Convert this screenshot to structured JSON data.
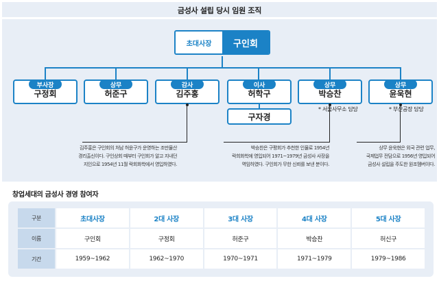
{
  "org": {
    "title": "금성사 설립 당시 임원 조직",
    "ceo": {
      "role": "초대사장",
      "name": "구인회"
    },
    "officers": [
      {
        "role": "부사장",
        "name": "구정회"
      },
      {
        "role": "상무",
        "name": "허준구"
      },
      {
        "role": "감사",
        "name": "김주홍"
      },
      {
        "role": "이사",
        "name": "허학구"
      },
      {
        "role": "상무",
        "name": "박승찬"
      },
      {
        "role": "상무",
        "name": "윤욱현"
      }
    ],
    "sub_director": "구자경",
    "notes": {
      "park": "* 서울사무소 담당",
      "yoon": "* 부산공장 담당"
    },
    "descriptions": {
      "kim": [
        "김주홍은 구인회의 처남 허윤구가 운영하는 조만물산",
        "경리출신이다. 구인상회 때부터 구인회가 알고 지내던",
        "지인으로 1954년 11월 락회화학에서 영입하였다."
      ],
      "park": [
        "박승찬은 구평회가 추천한 인물로 1954년",
        "락희화학에 영입되어 1971~1979년 금성사 사장을",
        "역임하였다. 구인회가 무한 신뢰를 보낸 분이다."
      ],
      "yoon": [
        "상무 윤욱현은 외국 관련 업무,",
        "국제업무 전담으로 1956년 영입되어",
        "금성사 설립을 주도한 원조멤버이다."
      ]
    }
  },
  "history": {
    "title": "창업세대의 금성사 경영 참여자",
    "row_labels": {
      "header": "구분",
      "name": "이름",
      "period": "기간"
    },
    "columns": [
      {
        "label": "초대사장",
        "name": "구인회",
        "period": "1959~1962"
      },
      {
        "label": "2대 사장",
        "name": "구정회",
        "period": "1962~1970"
      },
      {
        "label": "3대 사장",
        "name": "허준구",
        "period": "1970~1971"
      },
      {
        "label": "4대 사장",
        "name": "박승찬",
        "period": "1971~1979"
      },
      {
        "label": "5대 사장",
        "name": "허신구",
        "period": "1979~1986"
      }
    ]
  },
  "colors": {
    "accent": "#1b82c6",
    "panel": "#e8eef6",
    "row_header": "#c7d9ec"
  }
}
